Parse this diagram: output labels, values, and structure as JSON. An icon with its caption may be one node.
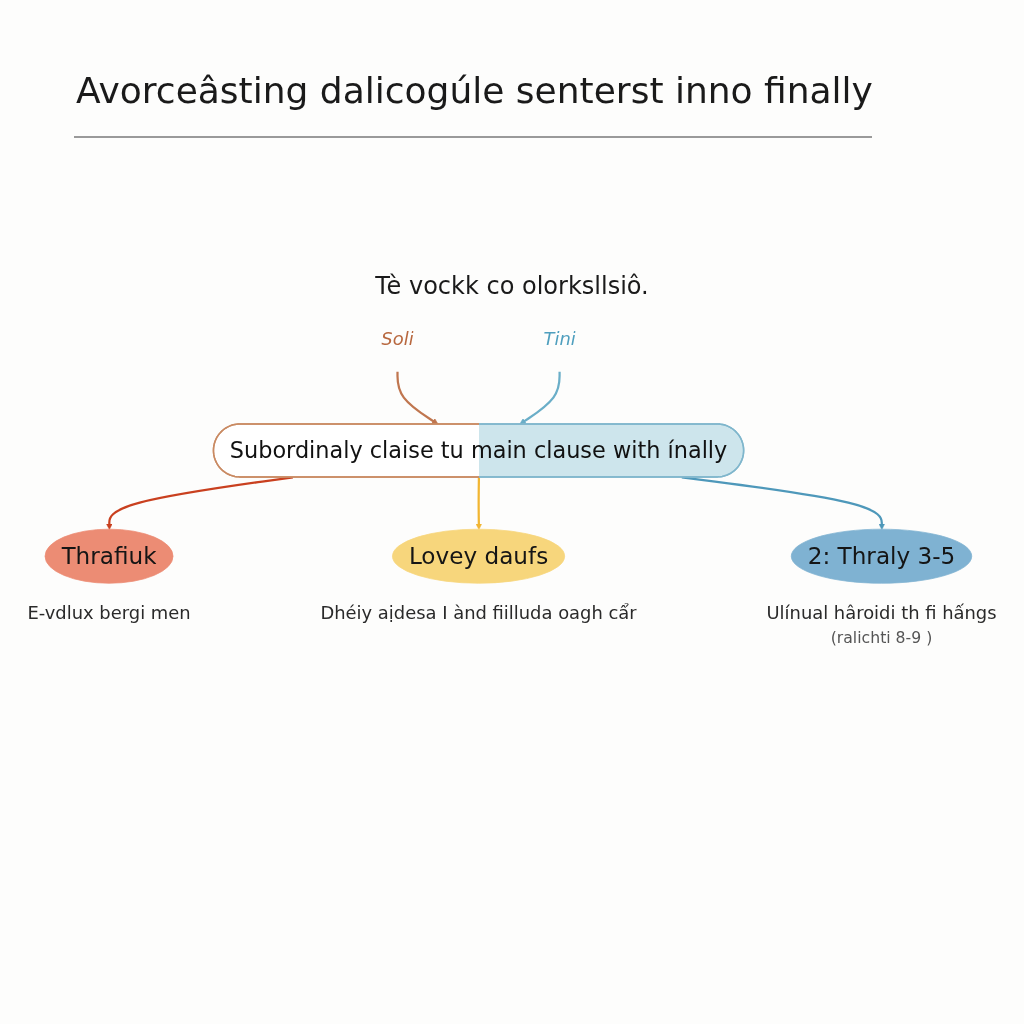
{
  "diagram": {
    "title": "Avorceâsting dalicogúle senterst inno finally",
    "nodes": [
      {
        "text": [
          "Soli"
        ]
      },
      {
        "text": [
          "Tini"
        ]
      },
      {
        "text": [
          "Subordinaly claise tu main clause with ínally"
        ]
      },
      {
        "text": [
          "Thrafiuk"
        ],
        "beside": [
          "E-vdlux bergi men"
        ]
      },
      {
        "text": [
          "Lovey daufs"
        ],
        "beside": [
          "Dhéiy aịdesa I ànd fiilluda oagh cẩr"
        ]
      },
      {
        "text": [
          "2: Thraly 3-5"
        ],
        "beside": [
          "Ulínual hâroidi th fi hấngs",
          "(ralichti 8-9 )"
        ]
      }
    ],
    "edges": [
      {
        "from": 0,
        "to": 2,
        "arrow": "to",
        "color": "#c0764f"
      },
      {
        "from": 1,
        "to": 2,
        "arrow": "to",
        "color": "#6aaec8"
      },
      {
        "from": 2,
        "to": 3,
        "arrow": "to",
        "color": "#c9401f"
      },
      {
        "from": 2,
        "to": 4,
        "arrow": "to",
        "color": "#f2b632"
      },
      {
        "from": 2,
        "to": 5,
        "arrow": "to",
        "color": "#4e98ba"
      }
    ],
    "labels": [
      "Tè vockk co olorksllsiô."
    ]
  }
}
